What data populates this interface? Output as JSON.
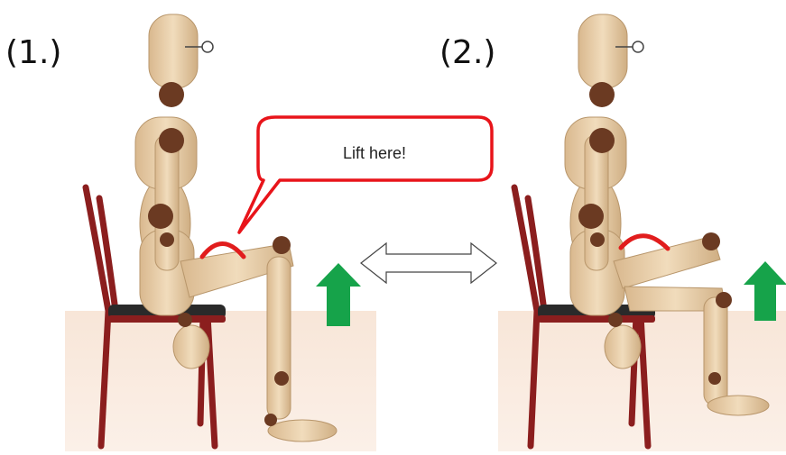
{
  "steps": {
    "step1_label": "(1.)",
    "step2_label": "(2.)"
  },
  "callout": {
    "text": "Lift here!",
    "border_color": "#e8141a"
  },
  "colors": {
    "floor": "#f5ddcf",
    "arrow_up": "#16a34a",
    "marker_arc": "#e11d1d",
    "mannequin": "#e6cba4",
    "joint": "#6b3a22",
    "chair": "#8b1e1e"
  },
  "icons": {
    "double_arrow": "double-headed-horizontal-arrow",
    "up_arrow": "up-arrow"
  }
}
